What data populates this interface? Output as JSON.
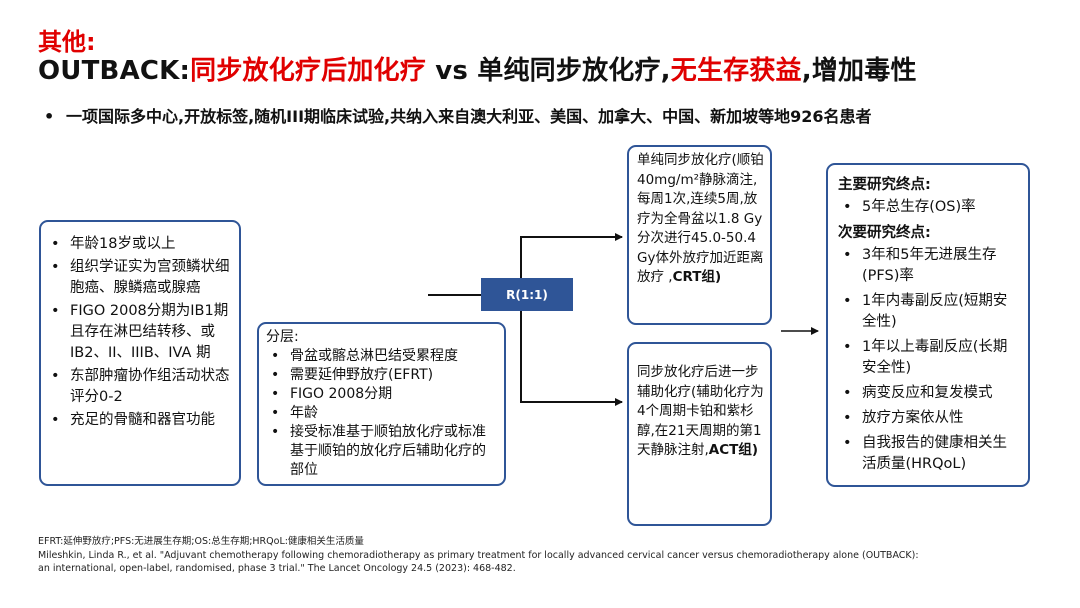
{
  "title": {
    "line1": "其他:",
    "line2_prefix": "OUTBACK:",
    "line2_red1": "同步放化疗后加化疗",
    "line2_mid": " vs 单纯同步放化疗,",
    "line2_red2": "无生存获益",
    "line2_suffix": ",增加毒性"
  },
  "intro_bullet": "一项国际多中心,开放标签,随机III期临床试验,共纳入来自澳大利亚、美国、加拿大、中国、新加坡等地926名患者",
  "eligibility": [
    "年龄18岁或以上",
    "组织学证实为宫颈鳞状细胞癌、腺鳞癌或腺癌",
    "FIGO 2008分期为ⅠB1期且存在淋巴结转移、或IB2、II、IIIB、IVA 期",
    "东部肿瘤协作组活动状态评分0-2",
    "充足的骨髓和器官功能"
  ],
  "stratification": {
    "heading": "分层:",
    "items": [
      "骨盆或髂总淋巴结受累程度",
      "需要延伸野放疗(EFRT)",
      "FIGO 2008分期",
      "年龄",
      "接受标准基于顺铂放化疗或标准基于顺铂的放化疗后辅助化疗的部位"
    ]
  },
  "randomization": "R(1:1)",
  "crt_arm": {
    "text": "单纯同步放化疗(顺铂40mg/m²静脉滴注,每周1次,连续5周,放疗为全骨盆以1.8 Gy分次进行45.0-50.4 Gy体外放疗加近距离放疗 ,",
    "group": "CRT组)"
  },
  "act_arm": {
    "text": "同步放化疗后进一步辅助化疗(辅助化疗为4个周期卡铂和紫杉醇,在21天周期的第1天静脉注射,",
    "group": "ACT组)"
  },
  "endpoints": {
    "primary_heading": "主要研究终点:",
    "primary": [
      "5年总生存(OS)率"
    ],
    "secondary_heading": "次要研究终点:",
    "secondary": [
      "3年和5年无进展生存(PFS)率",
      "1年内毒副反应(短期安全性)",
      "1年以上毒副反应(长期安全性)",
      "病变反应和复发模式",
      "放疗方案依从性",
      "自我报告的健康相关生活质量(HRQoL)"
    ]
  },
  "footnotes": {
    "abbrev": "EFRT:延伸野放疗;PFS:无进展生存期;OS:总生存期;HRQoL:健康相关生活质量",
    "ref1": "Mileshkin, Linda R., et al. \"Adjuvant chemotherapy following chemoradiotherapy as primary treatment for locally advanced cervical cancer versus chemoradiotherapy alone (OUTBACK):",
    "ref2": "an international, open-label, randomised, phase 3 trial.\" The Lancet Oncology 24.5 (2023): 468-482."
  },
  "colors": {
    "accent_red": "#e00000",
    "box_border": "#2f5597",
    "r_fill": "#2f5597"
  }
}
